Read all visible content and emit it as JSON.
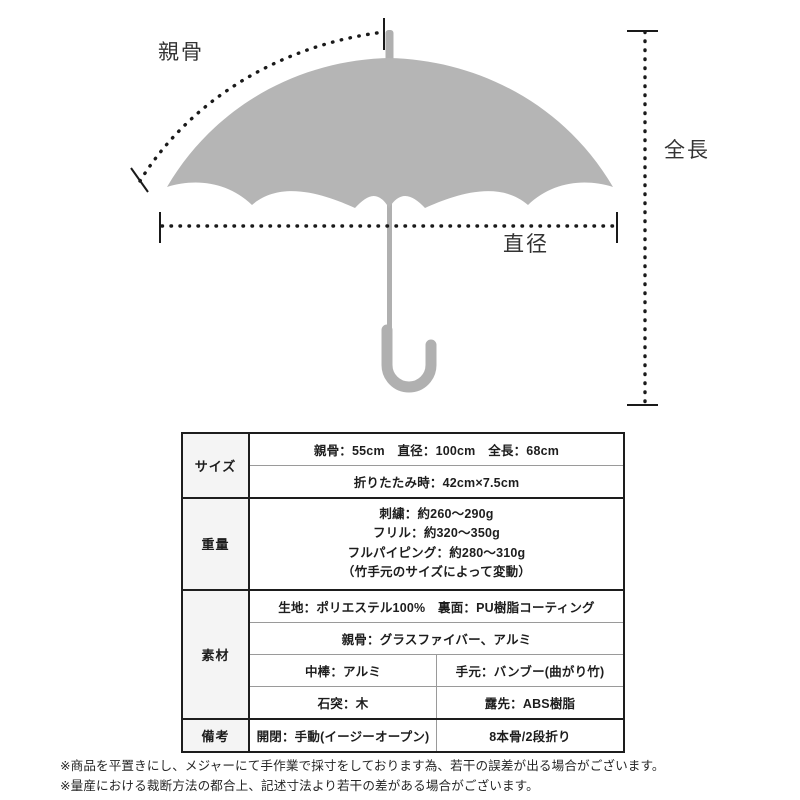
{
  "diagram": {
    "labels": {
      "rib": "親骨",
      "diameter": "直径",
      "total_length": "全長"
    },
    "colors": {
      "canopy": "#b5b5b5",
      "shaft": "#b0b0b0",
      "dimension_line": "#1a1a1a"
    }
  },
  "table": {
    "rows": [
      {
        "label": "サイズ",
        "lines": [
          "親骨：55cm　直径：100cm　全長：68cm",
          "折りたたみ時：42cm×7.5cm"
        ]
      },
      {
        "label": "重量",
        "lines": [
          "刺繍：約260〜290g",
          "フリル：約320〜350g",
          "フルパイピング：約280〜310g",
          "（竹手元のサイズによって変動）"
        ]
      },
      {
        "label": "素材",
        "lines": [
          "生地：ポリエステル100%　裏面：PU樹脂コーティング",
          "親骨：グラスファイバー、アルミ"
        ],
        "split_rows": [
          {
            "left": "中棒：アルミ",
            "right": "手元：バンブー(曲がり竹)"
          },
          {
            "left": "石突：木",
            "right": "露先：ABS樹脂"
          }
        ]
      },
      {
        "label": "備考",
        "split_rows": [
          {
            "left": "開閉：手動(イージーオープン)",
            "right": "8本骨/2段折り"
          }
        ]
      }
    ],
    "cells": {
      "size_line1": "親骨：55cm　直径：100cm　全長：68cm",
      "size_line2": "折りたたみ時：42cm×7.5cm",
      "weight_line1": "刺繍：約260〜290g",
      "weight_line2": "フリル：約320〜350g",
      "weight_line3": "フルパイピング：約280〜310g",
      "weight_line4": "（竹手元のサイズによって変動）",
      "material_line1": "生地：ポリエステル100%　裏面：PU樹脂コーティング",
      "material_line2": "親骨：グラスファイバー、アルミ",
      "material_shaft": "中棒：アルミ",
      "material_handle": "手元：バンブー(曲がり竹)",
      "material_ferrule": "石突：木",
      "material_tip": "露先：ABS樹脂",
      "remarks_open": "開閉：手動(イージーオープン)",
      "remarks_ribs": "8本骨/2段折り"
    },
    "labels": {
      "size": "サイズ",
      "weight": "重量",
      "material": "素材",
      "remarks": "備考"
    }
  },
  "footnotes": {
    "note1": "※商品を平置きにし、メジャーにて手作業で採寸をしております為、若干の誤差が出る場合がございます。",
    "note2": "※量産における裁断方法の都合上、記述寸法より若干の差がある場合がございます。"
  }
}
